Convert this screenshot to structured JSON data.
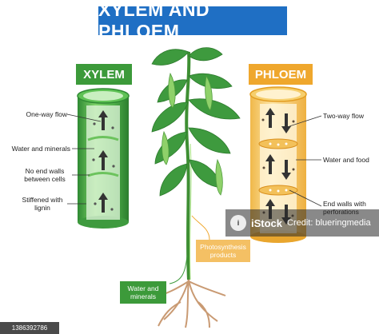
{
  "title": "XYLEM AND PHLOEM",
  "xylem": {
    "tag": "XYLEM",
    "labels": [
      "One-way flow",
      "Water and minerals",
      "No end walls between cells",
      "Stiffened with lignin"
    ]
  },
  "phloem": {
    "tag": "PHLOEM",
    "labels": [
      "Two-way flow",
      "Water and food",
      "End walls with perforations"
    ]
  },
  "plant": {
    "photosynthesis_label": "Photosynthesis products",
    "water_label": "Water and minerals"
  },
  "watermark": {
    "brand": "iStock",
    "credit": "Credit: blueringmedia"
  },
  "stock_id": "1386392786",
  "colors": {
    "title_bg": "#1f6fc4",
    "xylem_green": "#3c9a3a",
    "phloem_orange": "#efa72d",
    "leaf": "#3e9a3e",
    "root": "#c99a73"
  }
}
